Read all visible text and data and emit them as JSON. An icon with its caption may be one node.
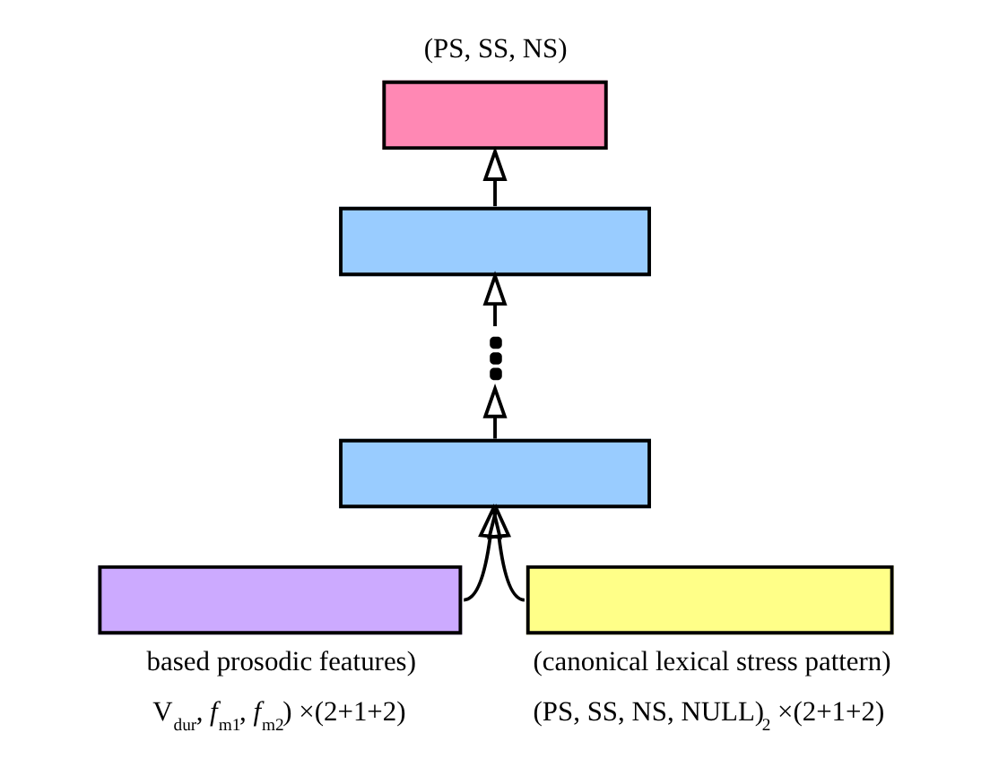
{
  "diagram": {
    "nodes": [
      {
        "text": [],
        "shape": "box",
        "beside": [
          "(PS, SS, NS)"
        ]
      },
      {
        "text": [],
        "shape": "box"
      },
      {
        "text": [],
        "shape": "dots"
      },
      {
        "text": [],
        "shape": "box"
      },
      {
        "text": [],
        "shape": "box",
        "beside": [
          "based prosodic features)",
          "V$_{dur}$, *f*$_{m1}$, *f*$_{m2}$) ×(2+1+2)"
        ]
      },
      {
        "text": [],
        "shape": "box",
        "beside": [
          "(canonical lexical stress pattern)",
          "(PS, SS, NS, NULL)$_{2}$ ×(2+1+2)"
        ]
      }
    ],
    "edges": [
      {
        "from": 1,
        "to": 0,
        "arrow": "to"
      },
      {
        "from": 2,
        "to": 1,
        "arrow": "to"
      },
      {
        "from": 3,
        "to": 2,
        "arrow": "to"
      },
      {
        "from": 4,
        "to": 3,
        "arrow": "to"
      },
      {
        "from": 5,
        "to": 3,
        "arrow": "to"
      }
    ]
  }
}
